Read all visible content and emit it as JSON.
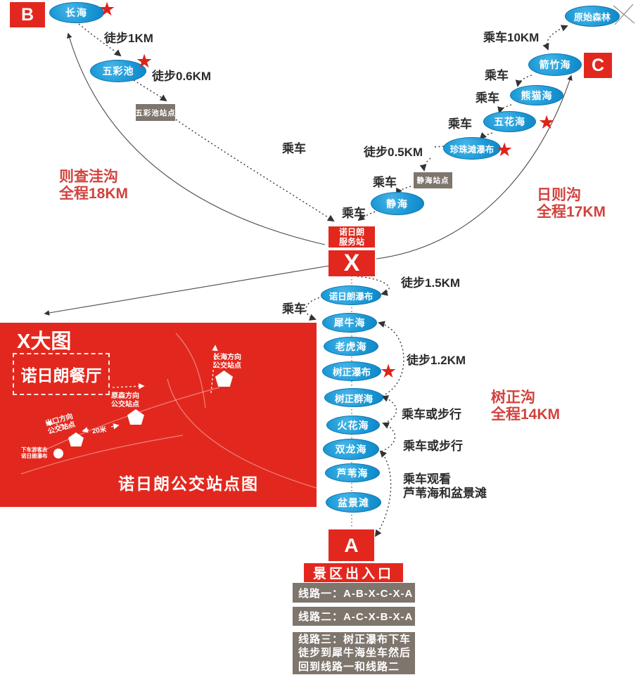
{
  "markers": {
    "b": "B",
    "c": "C",
    "a": "A",
    "x": "X"
  },
  "service_station": {
    "line1": "诺日朗",
    "line2": "服务站"
  },
  "entrance_label": "景区出入口",
  "labels": {
    "bus": "乘车",
    "bus_10km": "乘车10KM",
    "walk_1km": "徒步1KM",
    "walk_06km": "徒步0.6KM",
    "walk_05km": "徒步0.5KM",
    "walk_15km": "徒步1.5KM",
    "walk_12km": "徒步1.2KM",
    "bus_or_walk": "乘车或步行",
    "bus_view_line1": "乘车观看",
    "bus_view_line2": "芦苇海和盆景滩"
  },
  "zecha": {
    "name": "则查洼沟",
    "length": "全程18KM",
    "changhai": "长海",
    "wucaichi": "五彩池",
    "wucaichi_station": "五彩池站点"
  },
  "rize": {
    "name": "日则沟",
    "length": "全程17KM",
    "yuanshi": "原始森林",
    "jianzhu": "箭竹海",
    "xiongmao": "熊猫海",
    "wuhua": "五花海",
    "zhenzhutan": "珍珠滩瀑布",
    "jinghai_station": "静海站点",
    "jinghai": "静海"
  },
  "shuzheng": {
    "name": "树正沟",
    "length": "全程14KM",
    "nodes": [
      "诺日朗瀑布",
      "犀牛海",
      "老虎海",
      "树正瀑布",
      "树正群海",
      "火花海",
      "双龙海",
      "芦苇海",
      "盆景滩"
    ]
  },
  "detail": {
    "title": "X大图",
    "restaurant": "诺日朗餐厅",
    "stop_changhai_1": "长海方向",
    "stop_changhai_2": "公交站点",
    "stop_yuansen_1": "原森方向",
    "stop_yuansen_2": "公交站点",
    "stop_exit_1": "出口方向",
    "stop_exit_2": "公交站点",
    "distance": "20米",
    "note_1": "下车游客去",
    "note_2": "诺日朗瀑布",
    "caption": "诺日朗公交站点图"
  },
  "legend": {
    "line1": "线路一：A-B-X-C-X-A",
    "line2": "线路二：A-C-X-B-X-A",
    "line3_1": "线路三：树正瀑布下车",
    "line3_2": "徒步到犀牛海坐车然后",
    "line3_3": "回到线路一和线路二"
  },
  "star_icon": "★"
}
